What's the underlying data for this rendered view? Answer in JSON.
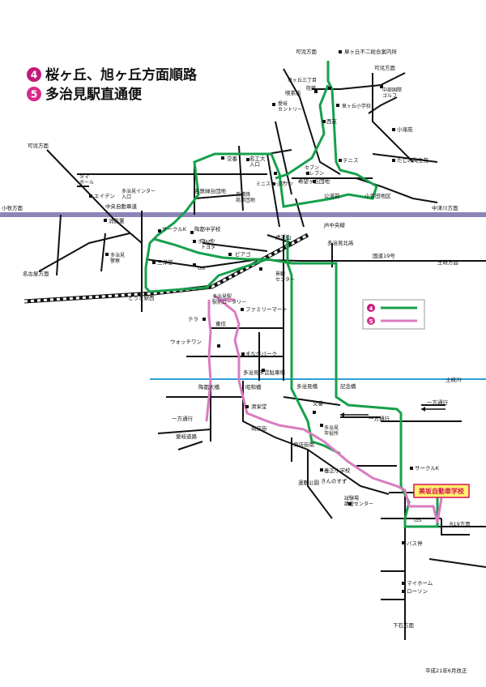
{
  "title": {
    "route4_num": "4",
    "route4": "桜ヶ丘、旭ヶ丘方面順路",
    "route5_num": "5",
    "route5": "多治見駅直通便"
  },
  "colors": {
    "route4": "#16a04b",
    "route5": "#d97cc1",
    "route4_badge": "#c2187a",
    "route5_badge": "#d62a8a",
    "river": "#2a9fd6",
    "highway": "#8b85b8",
    "road": "#111111"
  },
  "legend": {
    "r4": "4",
    "r5": "5"
  },
  "school": "美坂自動車学校",
  "labels": {
    "kani_north": "可児方面",
    "sakuragaoka_office": "皐ヶ丘不二総合案内所",
    "kani_ne": "可児方面",
    "sakura3": "皐ヶ丘三丁目",
    "rikusou": "陸蔵",
    "kissa": "喫茶店",
    "sakura_elem": "皐ヶ丘小学校",
    "aikikantry": "愛岐\nカントリー",
    "nishitomo": "西友",
    "chubu_golf": "中部国際\nゴルフ",
    "ogu_dir": "小滝苑",
    "kani_w": "可児方面",
    "koban": "交番",
    "meikodai": "名工大\n入口",
    "tennis": "テニス",
    "tajimi_ryokuen": "たじみ陶生苑",
    "tama_bowl": "タマ\nボール",
    "eiden": "エイデン",
    "seven": "セブン\nイレブン",
    "minisutop": "ミニストップ",
    "acts": "アクツ",
    "kibougaoka": "希望ヶ丘団地",
    "tajimi_ic": "多治見インター\n入口",
    "meitetsu": "名鉄緑台団地",
    "biyou": "美濃焼\n商業団地",
    "koudou": "公道前",
    "ogida": "小名田地区",
    "chuo_expy": "中央自動車道",
    "komaki": "小牧方面",
    "nakatsugawa": "中津川方面",
    "shobo": "消防署",
    "circlek1": "サークルK",
    "shuttle": "陶都中学校",
    "porupo": "ポルポ",
    "tora": "虎渓山",
    "jr_chuo": "JR中央線",
    "tajimi_police": "多治見\n警察",
    "netz": "ネッツ\nトヨタ",
    "tajimi_north": "多治見北高",
    "sanyodo": "三洋堂",
    "gs1": "GS",
    "piago": "ピアゴ",
    "route19": "国道19号",
    "toki_e": "土岐方面",
    "nagoya": "名古屋方面",
    "ekimae_center": "景観\nセンター",
    "toritsuru": "とうと駅西",
    "tajimi_eki": "多治見駅\n駅前ロータリー",
    "family": "ファミリーマート",
    "tera": "テラ",
    "touhou": "東信",
    "watch1": "ウォッチワン",
    "manabi": "まなびパーク",
    "tajimi_city_gym": "多治見市営駐車場",
    "tokimaru": "陶都大橋",
    "showa": "昭和橋",
    "tajimi_kenbi": "多治見橋",
    "kinenbashi": "記念橋",
    "tokigawa": "土岐川",
    "seiyu2": "清栄堂",
    "koban2": "交番",
    "ippou1": "一方通行",
    "ippou2": "一方通行",
    "ippou3": "一方通行",
    "tajimi_cityhall": "多治見\n市役所",
    "shoten": "商店街",
    "shotennan": "商店街南",
    "aigi": "愛岐道路",
    "yoshioka": "養正小学校",
    "circlek2": "サークルK",
    "kinnosuzu": "きんのすず",
    "undo": "運動公園",
    "shiken": "試験場\n講習センター",
    "gs2": "GS",
    "r19dir": "R19方面",
    "busstop": "バス停",
    "myhome": "マイホーム",
    "lawson": "ローソン",
    "shimoishi": "下石方面",
    "revised": "平成21年6月改正"
  }
}
